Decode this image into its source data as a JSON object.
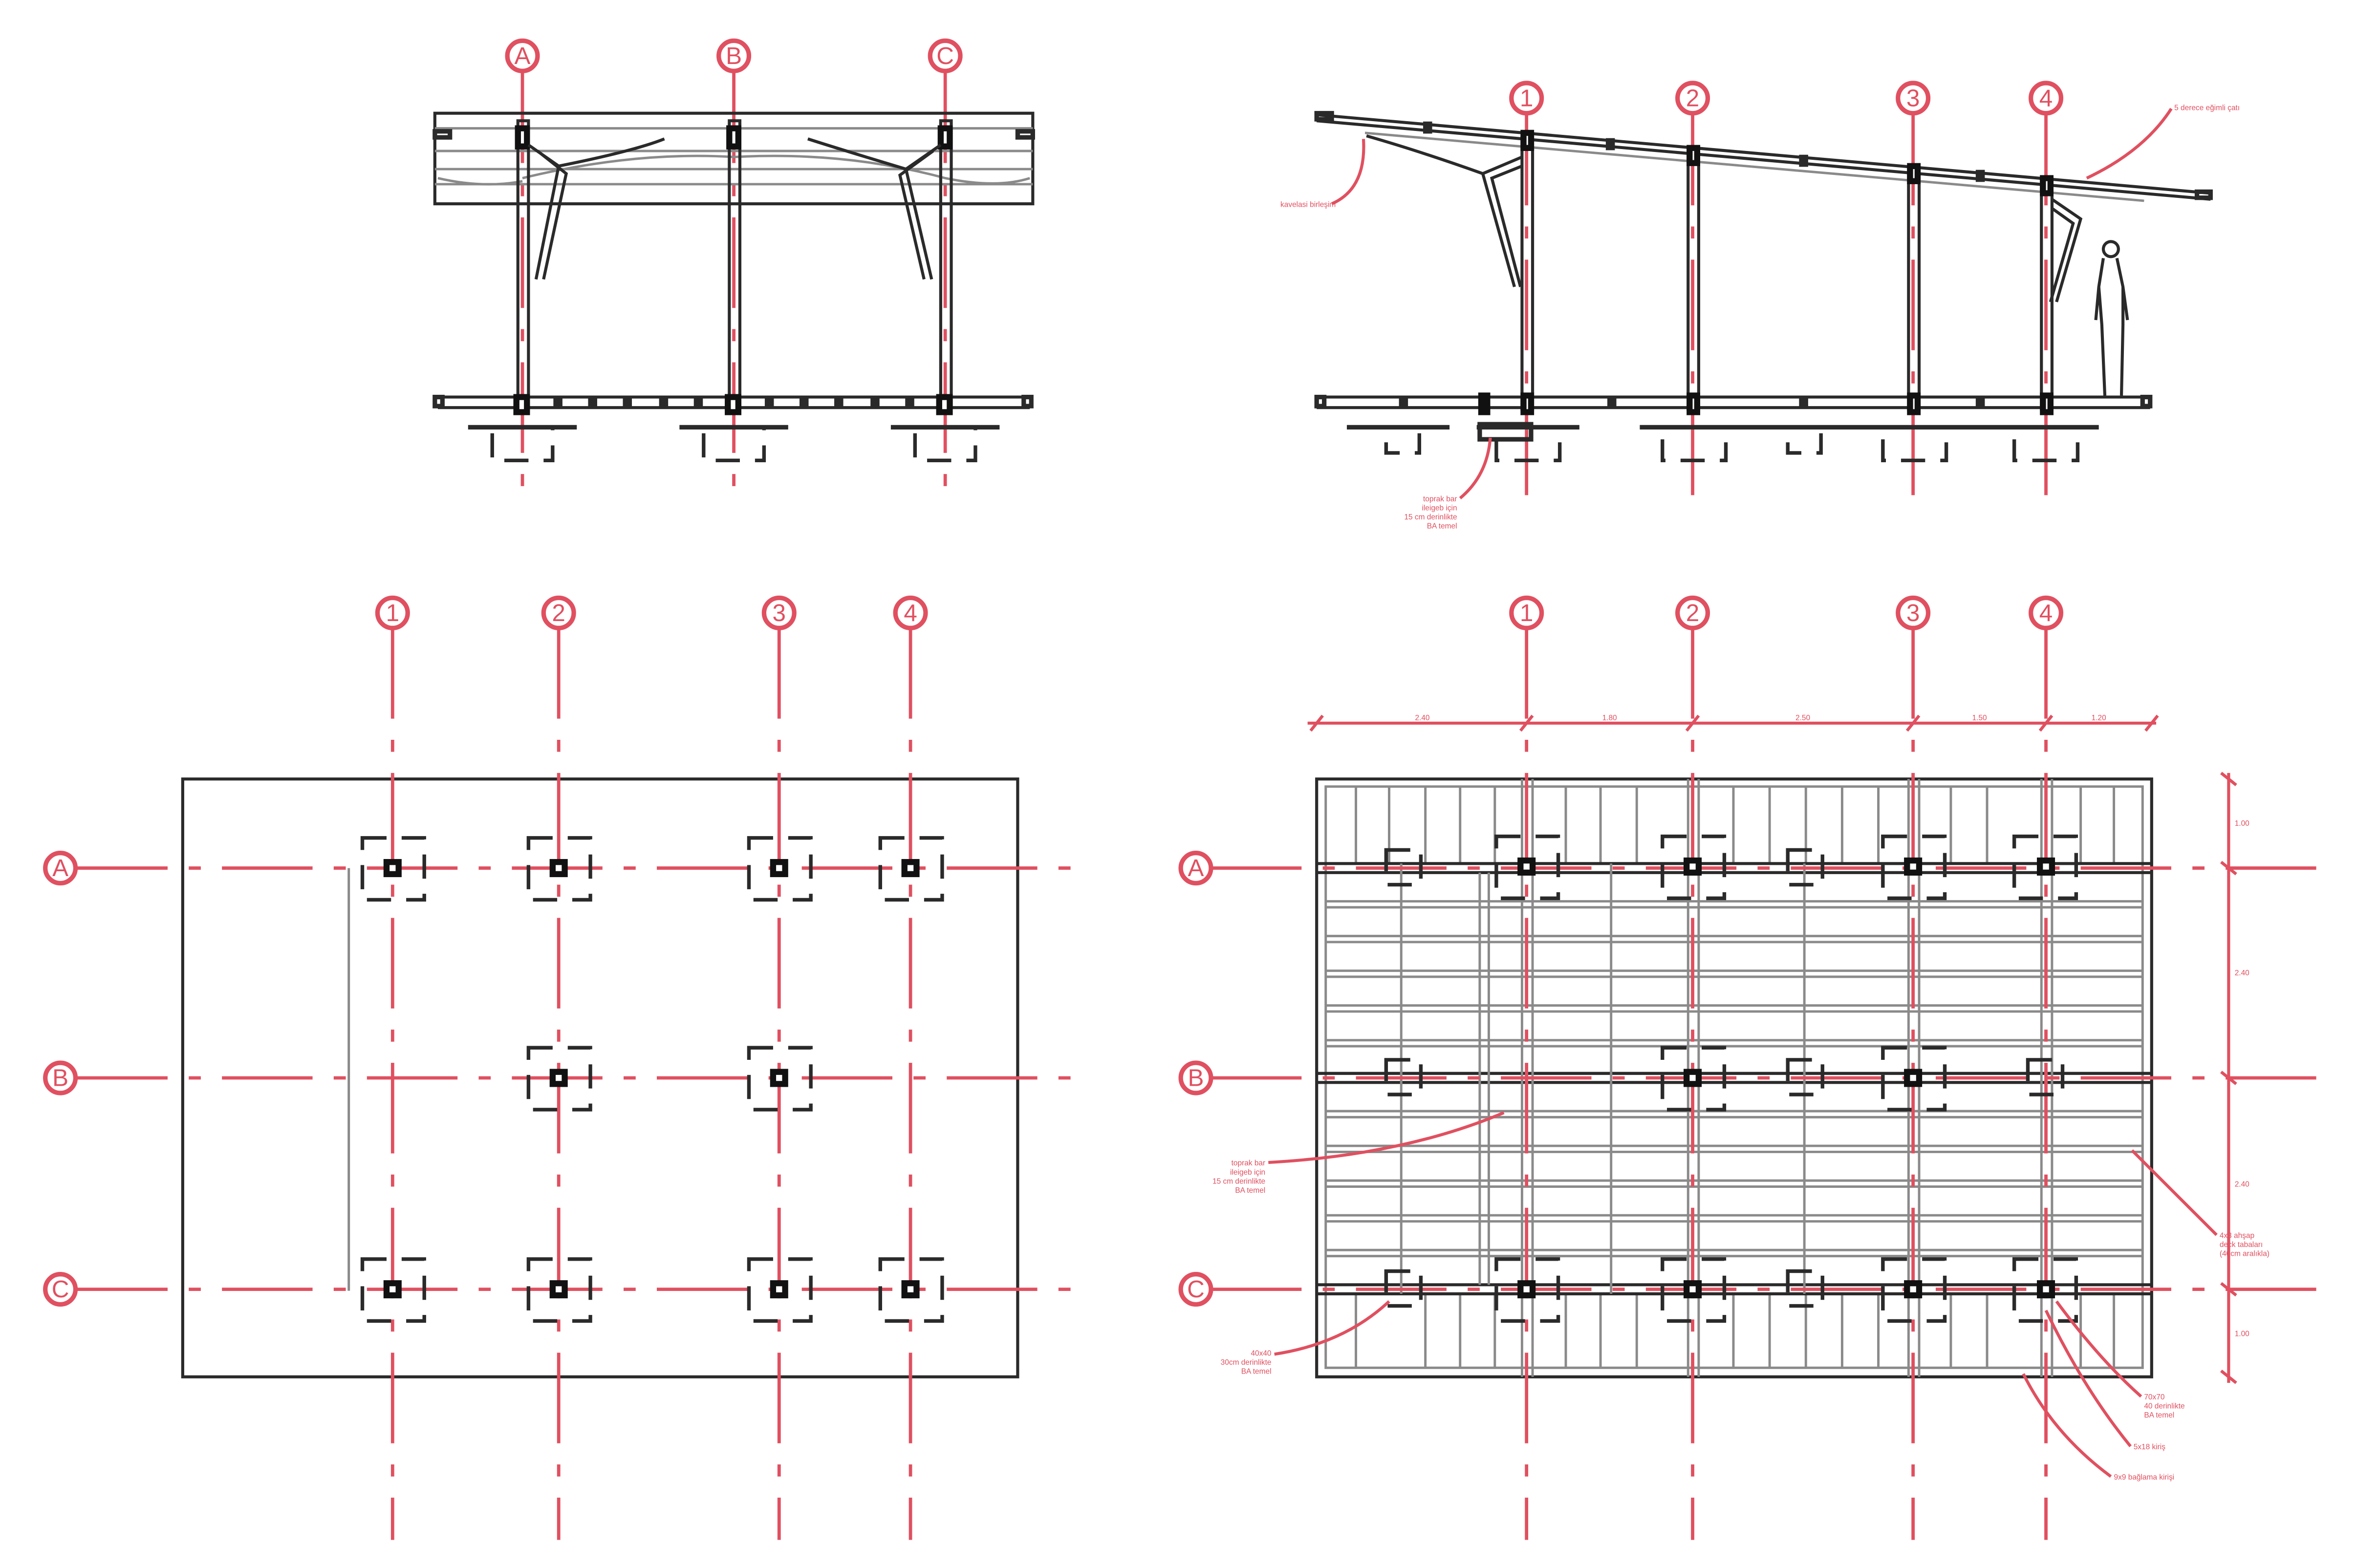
{
  "grid": {
    "letters": [
      "A",
      "B",
      "C"
    ],
    "numbers": [
      "1",
      "2",
      "3",
      "4"
    ]
  },
  "annotations": {
    "roof_slope": "5 derece eğimli çatı",
    "joint": "kavelasi birleşim",
    "soil_beam_footing": [
      "toprak bar",
      "ileigeb için",
      "15 cm derinlikte",
      "BA temel"
    ],
    "soil_beam_plan": [
      "toprak bar",
      "ileigeb için",
      "15 cm derinlikte",
      "BA temel"
    ],
    "pad_footing": [
      "40x40",
      "30cm derinlikte",
      "BA temel"
    ],
    "column_footing": [
      "70x70",
      "40 derinlikte",
      "BA temel"
    ],
    "deck_floor": [
      "4x3 ahşap",
      "deck tabaları",
      "(40cm aralıkla)"
    ],
    "beam": "5x18 kiriş",
    "tie_beam": "9x9 bağlama kirişi"
  },
  "dimensions": {
    "horizontal": [
      "2.40",
      "1.80",
      "2.50",
      "1.50",
      "1.20"
    ],
    "vertical": [
      "1.00",
      "2.40",
      "2.40",
      "1.00"
    ]
  },
  "colors": {
    "grid_red": "#e05060",
    "ink": "#2a2a2a"
  }
}
